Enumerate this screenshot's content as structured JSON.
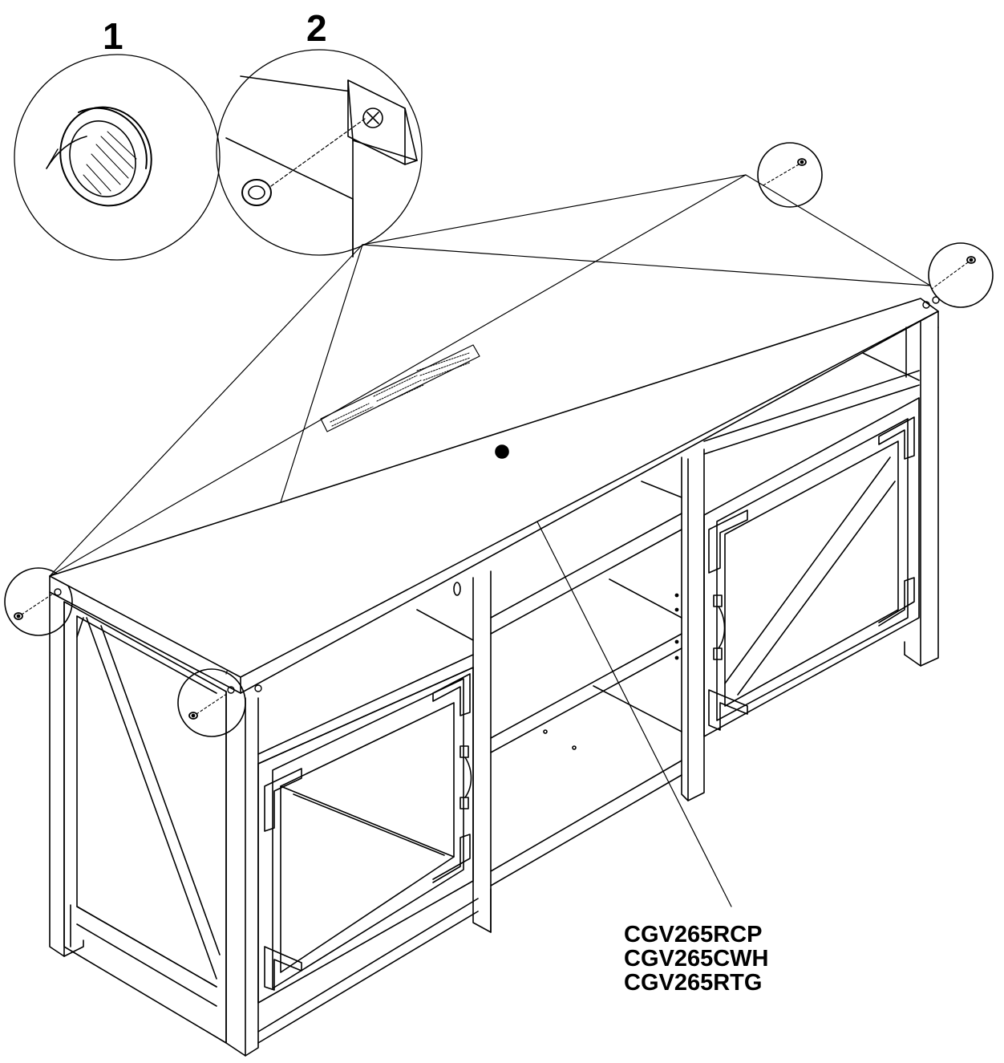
{
  "steps": [
    {
      "number": "1"
    },
    {
      "number": "2"
    }
  ],
  "model_codes": [
    "CGV265RCP",
    "CGV265CWH",
    "CGV265RTG"
  ],
  "colors": {
    "line": "#000000",
    "background": "#ffffff"
  }
}
